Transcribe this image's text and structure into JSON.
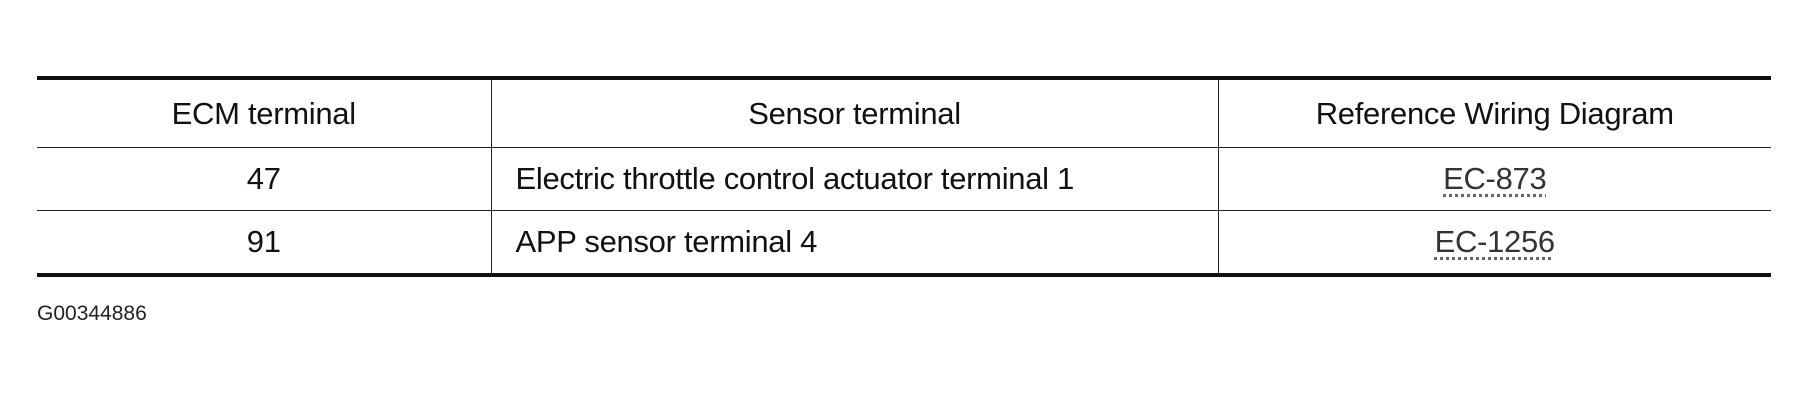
{
  "table": {
    "headers": [
      "ECM terminal",
      "Sensor terminal",
      "Reference Wiring Diagram"
    ],
    "rows": [
      {
        "ecm": "47",
        "sensor": "Electric throttle control actuator terminal 1",
        "ref": "EC-873"
      },
      {
        "ecm": "91",
        "sensor": "APP sensor terminal 4",
        "ref": "EC-1256"
      }
    ]
  },
  "figure_id": "G00344886"
}
